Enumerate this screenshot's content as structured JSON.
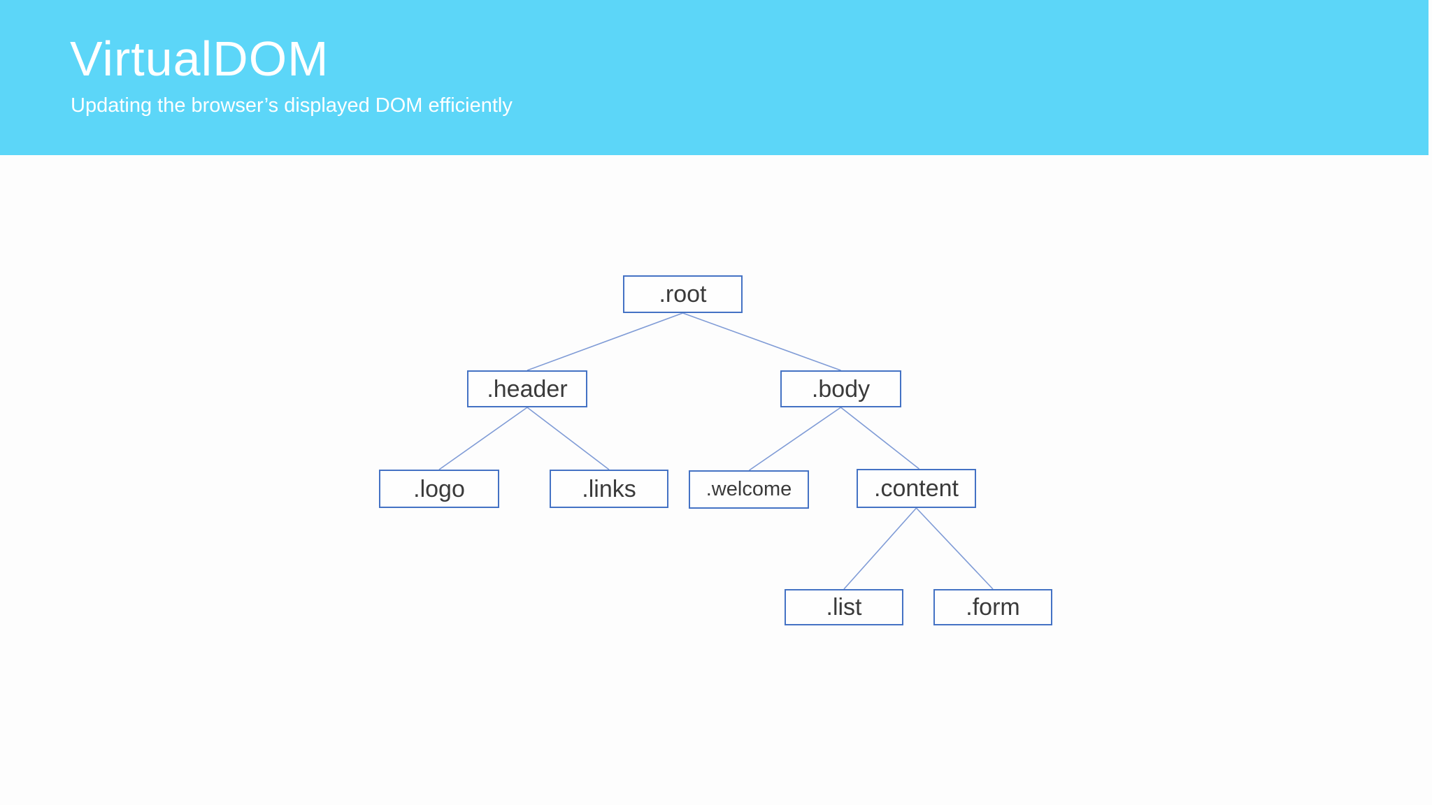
{
  "slide": {
    "title": "VirtualDOM",
    "subtitle": "Updating the browser’s displayed DOM efficiently"
  },
  "colors": {
    "band_background": "#5cd6f8",
    "title_text": "#ffffff",
    "node_border": "#4472c4",
    "connector_line": "#7f9bd6",
    "node_text": "#3a3a3a",
    "page_background": "#fdfdfd"
  },
  "diagram": {
    "type": "tree",
    "description": "DOM tree of CSS-class-named nodes",
    "nodes": {
      "root": {
        "label": ".root"
      },
      "header": {
        "label": ".header"
      },
      "body": {
        "label": ".body"
      },
      "logo": {
        "label": ".logo"
      },
      "links": {
        "label": ".links"
      },
      "welcome": {
        "label": ".welcome"
      },
      "content": {
        "label": ".content"
      },
      "list": {
        "label": ".list"
      },
      "form": {
        "label": ".form"
      }
    },
    "edges": [
      [
        "root",
        "header"
      ],
      [
        "root",
        "body"
      ],
      [
        "header",
        "logo"
      ],
      [
        "header",
        "links"
      ],
      [
        "body",
        "welcome"
      ],
      [
        "body",
        "content"
      ],
      [
        "content",
        "list"
      ],
      [
        "content",
        "form"
      ]
    ]
  }
}
